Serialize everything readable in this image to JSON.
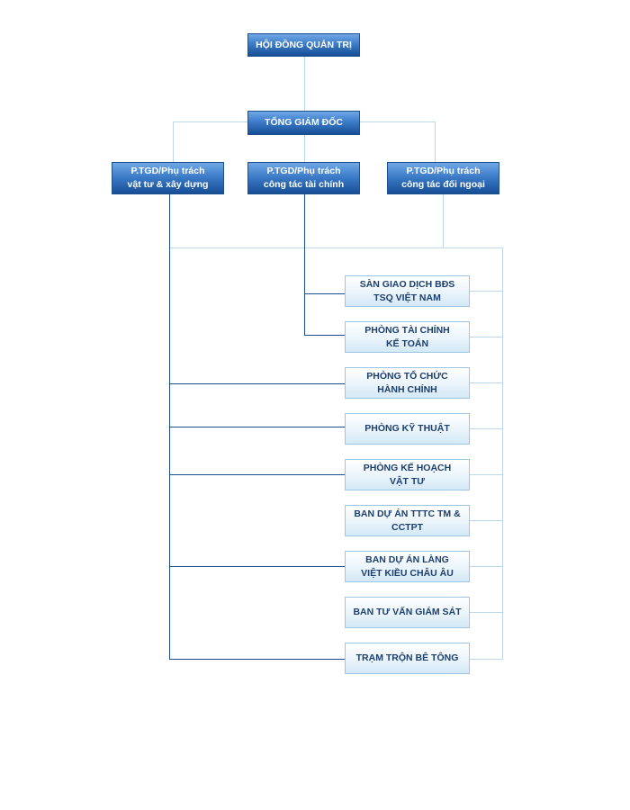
{
  "board": {
    "label": "HỘI ĐỒNG QUẢN TRỊ"
  },
  "ceo": {
    "label": "TỔNG GIÁM ĐỐC"
  },
  "deputies": [
    {
      "line1": "P.TGD/Phụ trách",
      "line2": "vật tư & xây dựng"
    },
    {
      "line1": "P.TGD/Phụ trách",
      "line2": "công tác tài chính"
    },
    {
      "line1": "P.TGD/Phụ trách",
      "line2": "công tác đối ngoại"
    }
  ],
  "departments": [
    {
      "line1": "SÀN GIAO DỊCH BĐS",
      "line2": "TSQ VIỆT NAM"
    },
    {
      "line1": "PHÒNG TÀI CHÍNH",
      "line2": "KẾ TOÁN"
    },
    {
      "line1": "PHÒNG TỔ CHỨC",
      "line2": "HÀNH CHÍNH"
    },
    {
      "line1": "PHÒNG KỸ THUẬT",
      "line2": ""
    },
    {
      "line1": "PHÒNG KẾ HOẠCH",
      "line2": "VẬT TƯ"
    },
    {
      "line1": "BAN DỰ ÁN TTTC TM &",
      "line2": "CCTPT"
    },
    {
      "line1": "BAN DỰ ÁN LÀNG",
      "line2": "VIỆT KIỀU CHÂU ÂU"
    },
    {
      "line1": "BAN TƯ VẤN GIÁM SÁT",
      "line2": ""
    },
    {
      "line1": "TRẠM TRỘN BÊ TÔNG",
      "line2": ""
    }
  ],
  "colors": {
    "connector_light": "#bcd7eb",
    "connector_dark": "#1d4f8e",
    "box_dark_bottom": "#164e95",
    "box_light_border": "#9cc6e3",
    "dept_text": "#1c3f6e"
  }
}
